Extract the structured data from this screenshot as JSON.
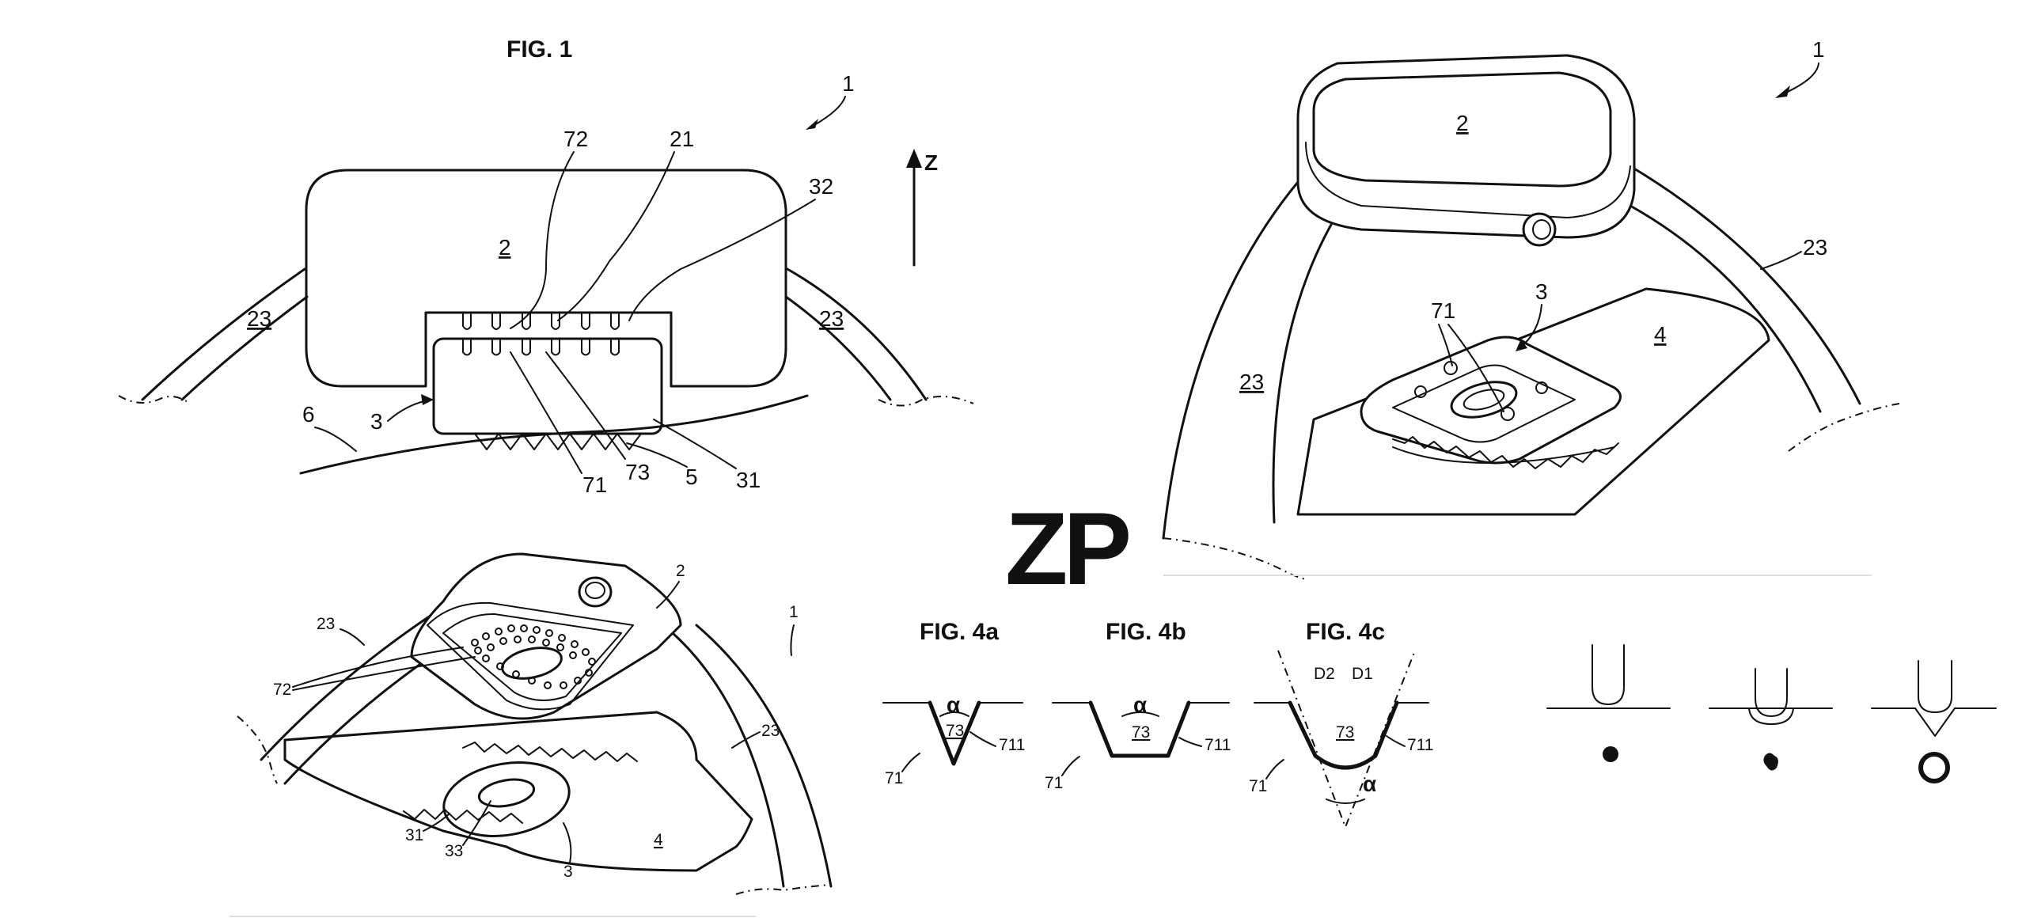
{
  "fig1": {
    "title": "FIG. 1",
    "labels": {
      "l1": "1",
      "l72": "72",
      "l21": "21",
      "l32": "32",
      "lz": "Z",
      "l2": "2",
      "l23a": "23",
      "l23b": "23",
      "l6": "6",
      "l3": "3",
      "l71": "71",
      "l73": "73",
      "l5": "5",
      "l31": "31"
    }
  },
  "fig2": {
    "labels": {
      "l1": "1",
      "l2": "2",
      "l23a": "23",
      "l23b": "23",
      "l71": "71",
      "l3": "3",
      "l4": "4"
    }
  },
  "fig3": {
    "labels": {
      "l1": "1",
      "l2": "2",
      "l23a": "23",
      "l23b": "23",
      "l72": "72",
      "l31": "31",
      "l33": "33",
      "l3": "3",
      "l4": "4"
    }
  },
  "logo": {
    "text": "ZP",
    "color": "#2ec866"
  },
  "fig4a": {
    "title": "FIG. 4a",
    "alpha": "α",
    "l73": "73",
    "l711": "711",
    "l71": "71"
  },
  "fig4b": {
    "title": "FIG. 4b",
    "alpha": "α",
    "l73": "73",
    "l711": "711",
    "l71": "71"
  },
  "fig4c": {
    "title": "FIG. 4c",
    "d2": "D2",
    "d1": "D1",
    "l73": "73",
    "l711": "711",
    "l71": "71",
    "alpha": "α"
  }
}
